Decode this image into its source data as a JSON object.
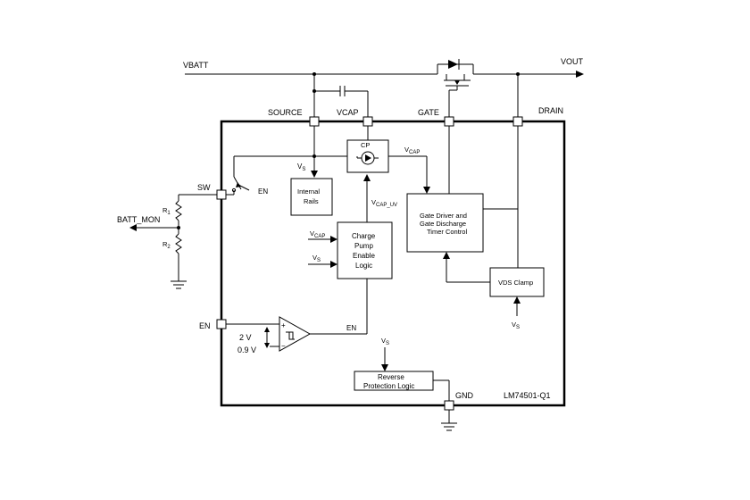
{
  "labels": {
    "vbatt": "VBATT",
    "vout": "VOUT",
    "source": "SOURCE",
    "vcap": "VCAP",
    "gate": "GATE",
    "drain": "DRAIN",
    "sw": "SW",
    "batt_mon": "BATT_MON",
    "en_pin": "EN",
    "en_switch": "EN",
    "en_comp": "EN",
    "gnd": "GND",
    "part_number": "LM74501-Q1",
    "r1": "R",
    "r1_sub": "1",
    "r2": "R",
    "r2_sub": "2",
    "vs_main": "V",
    "vs_sub": "S",
    "vcap_sig": "V",
    "vcap_sig_sub": "CAP",
    "vcap_uv": "V",
    "vcap_uv_sub": "CAP_UV",
    "vcap_in": "V",
    "vcap_in_sub": "CAP",
    "vs_in": "V",
    "vs_in_sub": "S",
    "vs_bottom": "V",
    "vs_bottom_sub": "S",
    "vs_clamp": "V",
    "vs_clamp_sub": "S",
    "thresh_high": "2 V",
    "thresh_low": "0.9 V",
    "comp_plus": "+",
    "comp_minus": "−"
  },
  "blocks": {
    "cp": "CP",
    "internal_rails": [
      "Internal",
      "Rails"
    ],
    "charge_pump": [
      "Charge",
      "Pump",
      "Enable",
      "Logic"
    ],
    "gate_driver": [
      "Gate Driver and",
      "Gate Discharge",
      "Timer Control"
    ],
    "vds_clamp": "VDS Clamp",
    "reverse_protection": [
      "Reverse",
      "Protection Logic"
    ]
  }
}
